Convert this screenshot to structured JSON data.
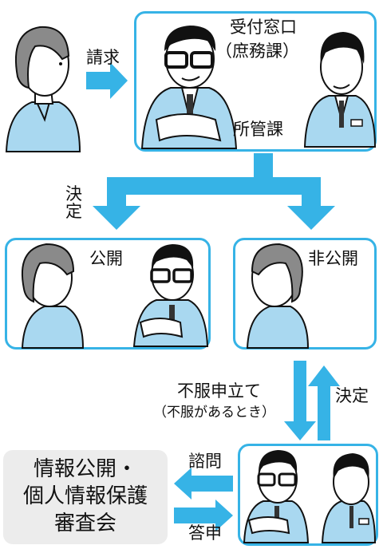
{
  "request_label": "請求",
  "reception": {
    "title": "受付窓口",
    "subtitle": "（庶務課）",
    "dept": "所管課"
  },
  "decision_top": "決定",
  "disclosure": "公開",
  "non_disclosure": "非公開",
  "appeal": {
    "label": "不服申立て",
    "note": "（不服があるとき）"
  },
  "decision_right": "決定",
  "consult": "諮問",
  "report": "答申",
  "council": {
    "line1": "情報公開・",
    "line2": "個人情報保護",
    "line3": "審査会"
  },
  "colors": {
    "arrow": "#36b3e6",
    "border": "#36b3e6",
    "shirt": "#a9d8f0",
    "hair": "#8a8a8a",
    "council_bg": "#ececec"
  }
}
